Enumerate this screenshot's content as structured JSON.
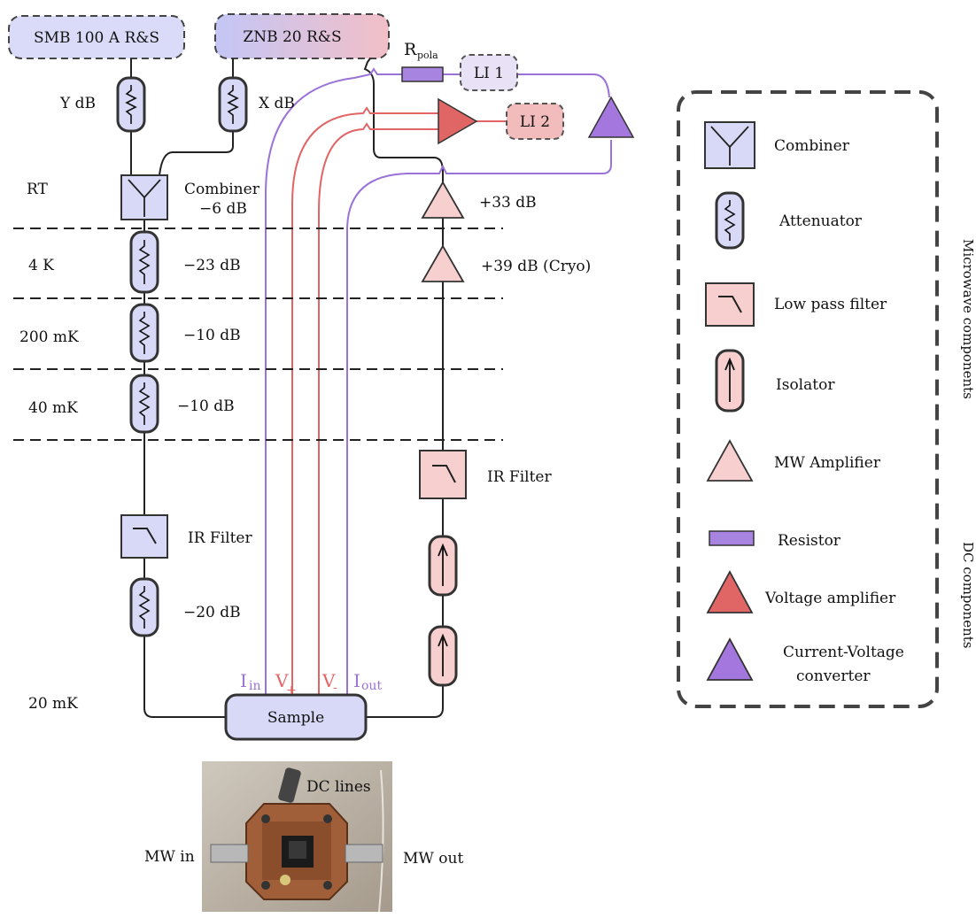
{
  "instruments": {
    "smb": "SMB 100 A R&S",
    "znb": "ZNB 20 R&S",
    "rpola_main": "R",
    "rpola_sub": "pola",
    "li1": "LI 1",
    "li2": "LI 2"
  },
  "attenuation": {
    "y": "Y dB",
    "x": "X dB",
    "combiner_name": "Combiner",
    "combiner_db": "−6 dB",
    "a4k": "−23 dB",
    "a200mk": "−10 dB",
    "a40mk": "−10 dB",
    "a20": "−20 dB",
    "ir_left": "IR Filter",
    "ir_right": "IR Filter",
    "amp_rt": "+33 dB",
    "amp_cryo": "+39 dB (Cryo)"
  },
  "stages": {
    "rt": "RT",
    "k4": "4 K",
    "mk200": "200 mK",
    "mk40": "40 mK",
    "mk20": "20 mK"
  },
  "dc_labels": {
    "iin_main": "I",
    "iin_sub": "in",
    "vp_main": "V",
    "vp_sub": "+",
    "vm_main": "V",
    "vm_sub": "-",
    "iout_main": "I",
    "iout_sub": "out"
  },
  "sample": "Sample",
  "photo": {
    "dc_lines": "DC lines",
    "mw_in": "MW in",
    "mw_out": "MW out"
  },
  "legend": {
    "combiner": "Combiner",
    "attenuator": "Attenuator",
    "low_pass": "Low pass filter",
    "isolator": "Isolator",
    "mw_amp": "MW Amplifier",
    "resistor": "Resistor",
    "voltage_amp": "Voltage amplifier",
    "iv_line1": "Current-Voltage",
    "iv_line2": "converter"
  },
  "side_labels": {
    "microwave": "Microwave components",
    "dc": "DC components"
  },
  "colors": {
    "mw_fill": "#d7d9f7",
    "pink_fill": "#f8cfcf",
    "dc_purple": "#9b72d8",
    "dc_red": "#e26464",
    "resistor": "#a784e0",
    "voltage_amp": "#e06666",
    "iv_conv": "#a377de",
    "li1_fill": "#e9e2f7",
    "li2_fill": "#f3bcbc"
  }
}
